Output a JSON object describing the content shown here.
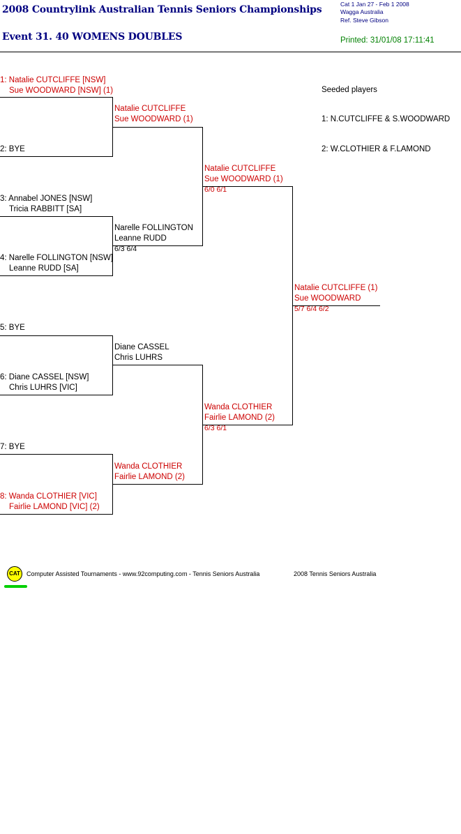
{
  "header": {
    "title": "2008 Countrylink Australian Tennis Seniors Championships",
    "event": "Event 31. 40 WOMENS DOUBLES",
    "meta_line1": "Cat 1    Jan 27 - Feb 1 2008",
    "meta_line2": "Wagga    Australia",
    "meta_line3": "Ref. Steve Gibson",
    "printed": "Printed: 31/01/08 17:11:41"
  },
  "seeds": {
    "heading": "Seeded players",
    "seed1": "1: N.CUTCLIFFE & S.WOODWARD",
    "seed2": "2: W.CLOTHIER & F.LAMOND"
  },
  "round1": [
    {
      "line1": "1: Natalie CUTCLIFFE [NSW]",
      "line2": "Sue WOODWARD [NSW] (1)"
    },
    {
      "line1": "2: BYE",
      "line2": ""
    },
    {
      "line1": "3: Annabel JONES [NSW]",
      "line2": "Tricia RABBITT [SA]"
    },
    {
      "line1": "4: Narelle FOLLINGTON [NSW]",
      "line2": "Leanne RUDD [SA]"
    },
    {
      "line1": "5: BYE",
      "line2": ""
    },
    {
      "line1": "6: Diane CASSEL [NSW]",
      "line2": "Chris LUHRS [VIC]"
    },
    {
      "line1": "7: BYE",
      "line2": ""
    },
    {
      "line1": "8: Wanda CLOTHIER [VIC]",
      "line2": "Fairlie LAMOND [VIC] (2)"
    }
  ],
  "round2": [
    {
      "line1": "Natalie CUTCLIFFE",
      "line2": "Sue WOODWARD (1)",
      "score": ""
    },
    {
      "line1": "Narelle FOLLINGTON",
      "line2": "Leanne RUDD",
      "score": "6/3 6/4"
    },
    {
      "line1": "Diane CASSEL",
      "line2": "Chris LUHRS",
      "score": ""
    },
    {
      "line1": "Wanda CLOTHIER",
      "line2": "Fairlie LAMOND (2)",
      "score": ""
    }
  ],
  "semis": [
    {
      "line1": "Natalie CUTCLIFFE",
      "line2": "Sue WOODWARD (1)",
      "score": "6/0 6/1"
    },
    {
      "line1": "Wanda CLOTHIER",
      "line2": "Fairlie LAMOND (2)",
      "score": "6/3 6/1"
    }
  ],
  "final": {
    "line1": "Natalie CUTCLIFFE (1)",
    "line2": "Sue WOODWARD",
    "score": "5/7 6/4 6/2"
  },
  "footer": {
    "logo_text": "CAT",
    "text": "Computer Assisted Tournaments - www.92computing.com -  Tennis Seniors Australia",
    "right": "2008 Tennis Seniors Australia"
  },
  "colors": {
    "title": "#000080",
    "printed": "#008000",
    "winner": "#cc0000"
  }
}
